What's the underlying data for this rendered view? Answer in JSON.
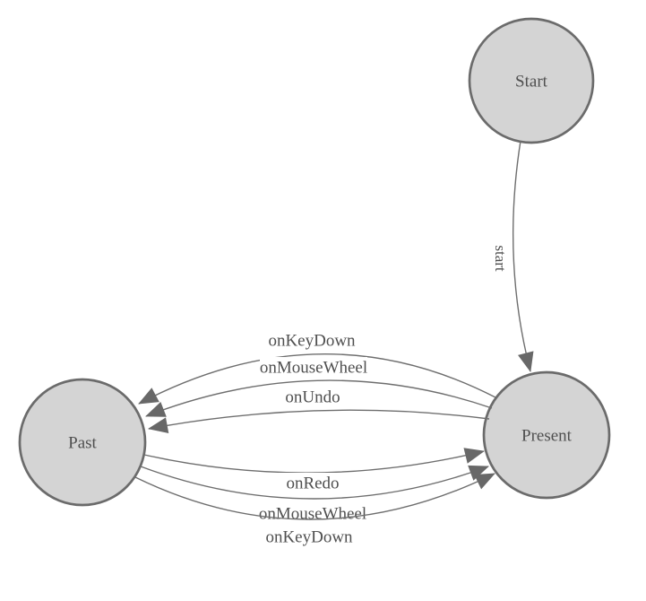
{
  "theme": {
    "canvas-bg": "#ffffff",
    "node-fill": "#d4d4d4",
    "node-stroke": "#6b6b6b",
    "edge-stroke": "#6e6e6e",
    "arrow-fill": "#686868",
    "label-color": "#4f4f4f"
  },
  "diagram": {
    "type": "state-machine",
    "nodes": [
      {
        "id": "start",
        "label": "Start"
      },
      {
        "id": "past",
        "label": "Past"
      },
      {
        "id": "present",
        "label": "Present"
      }
    ],
    "edges": [
      {
        "from": "start",
        "to": "present",
        "label": "start"
      },
      {
        "from": "present",
        "to": "past",
        "label": "onKeyDown"
      },
      {
        "from": "present",
        "to": "past",
        "label": "onMouseWheel"
      },
      {
        "from": "present",
        "to": "past",
        "label": "onUndo"
      },
      {
        "from": "past",
        "to": "present",
        "label": "onRedo"
      },
      {
        "from": "past",
        "to": "present",
        "label": "onMouseWheel"
      },
      {
        "from": "past",
        "to": "present",
        "label": "onKeyDown"
      }
    ]
  }
}
